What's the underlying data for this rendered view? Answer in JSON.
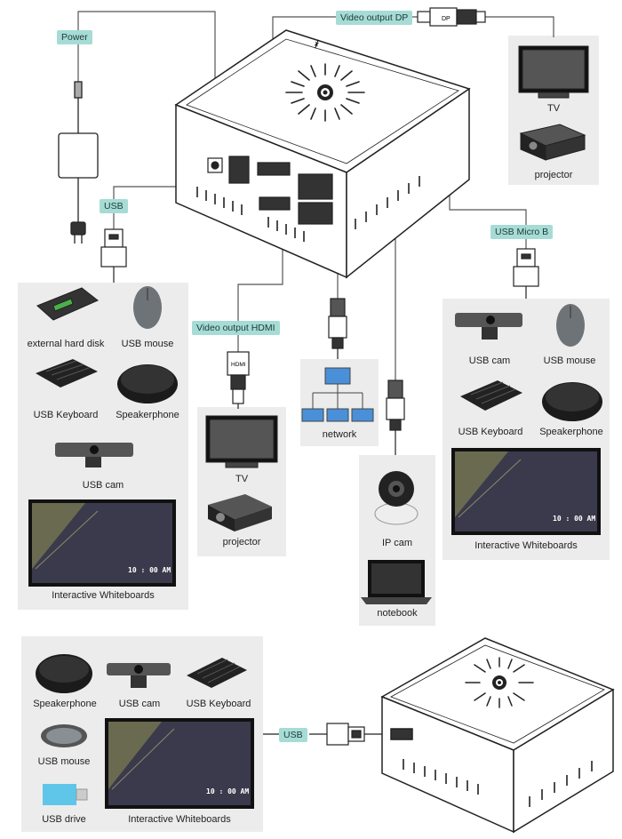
{
  "tags": {
    "power": "Power",
    "dp": "Video output DP",
    "usb": "USB",
    "micro": "USB Micro B",
    "hdmi": "Video output HDMI",
    "usb_bottom": "USB"
  },
  "dp_connector_text": "DP",
  "hdmi_connector_text": "HDMI",
  "top_right_panel": {
    "tv": "TV",
    "projector": "projector"
  },
  "left_panel": {
    "hard_disk": "external hard disk",
    "mouse": "USB mouse",
    "keyboard": "USB Keyboard",
    "speaker": "Speakerphone",
    "cam": "USB cam",
    "whiteboard": "Interactive Whiteboards",
    "time": "10 : 00 AM"
  },
  "hdmi_panel": {
    "tv": "TV",
    "projector": "projector"
  },
  "network_panel": {
    "network": "network"
  },
  "ipcam_panel": {
    "ipcam": "IP cam",
    "notebook": "notebook"
  },
  "right_panel": {
    "cam": "USB cam",
    "mouse": "USB mouse",
    "keyboard": "USB Keyboard",
    "speaker": "Speakerphone",
    "whiteboard": "Interactive Whiteboards",
    "time": "10 : 00 AM"
  },
  "bottom_panel": {
    "speaker": "Speakerphone",
    "cam": "USB cam",
    "keyboard": "USB Keyboard",
    "mouse": "USB mouse",
    "drive": "USB drive",
    "whiteboard": "Interactive Whiteboards",
    "time": "10 : 00 AM"
  },
  "colors": {
    "panel": "#ececec",
    "tag": "#a6dcd5",
    "wire": "#555555"
  }
}
